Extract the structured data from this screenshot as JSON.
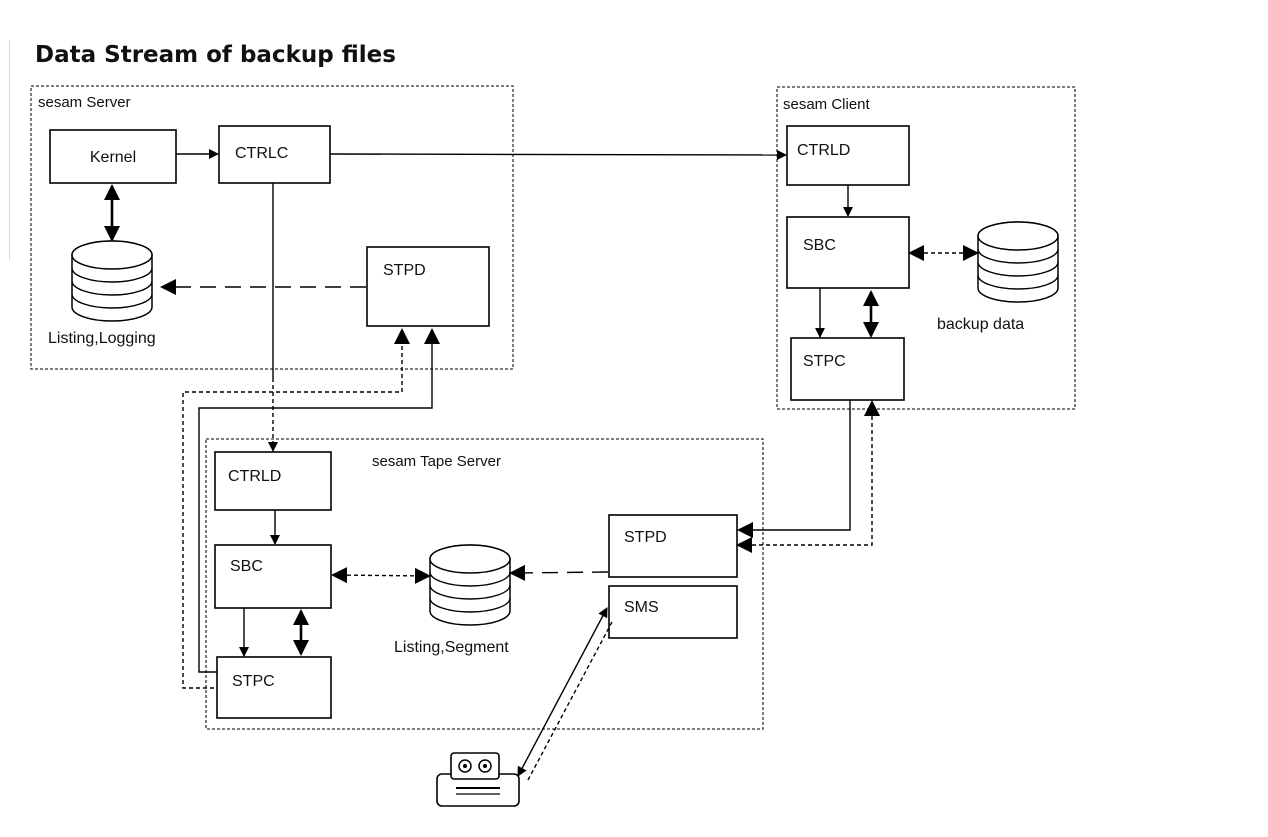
{
  "title": "Data Stream of backup files",
  "groups": {
    "server": "sesam Server",
    "client": "sesam Client",
    "tape_server": "sesam Tape Server"
  },
  "server": {
    "kernel": "Kernel",
    "ctrlc": "CTRLC",
    "stpd": "STPD",
    "db_label": "Listing,Logging"
  },
  "client": {
    "ctrld": "CTRLD",
    "sbc": "SBC",
    "stpc": "STPC",
    "db_label": "backup data"
  },
  "tape_server": {
    "ctrld": "CTRLD",
    "sbc": "SBC",
    "stpc": "STPC",
    "stpd": "STPD",
    "sms": "SMS",
    "db_label": "Listing,Segment"
  },
  "icons": {
    "database": "database-icon",
    "tape_drive": "tape-drive-icon"
  }
}
